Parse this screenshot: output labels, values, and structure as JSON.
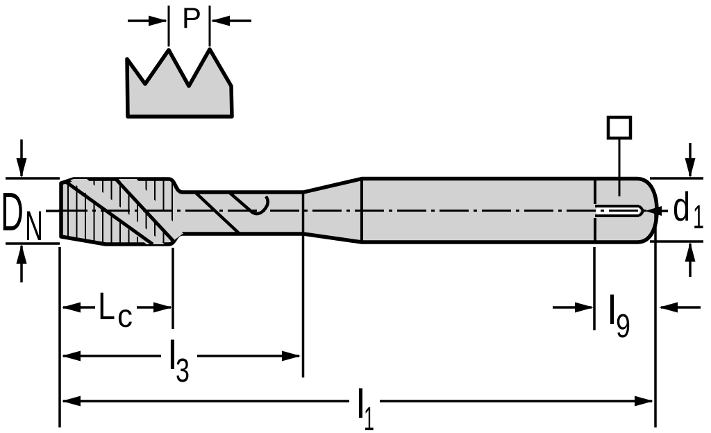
{
  "drawing": {
    "type": "technical-drawing-machine-tap",
    "colors": {
      "background": "#ffffff",
      "line": "#000000",
      "fill": "#d2d2d2"
    },
    "labels": {
      "pitch": {
        "main": "P",
        "sub": ""
      },
      "nominal_diameter": {
        "main": "D",
        "sub": "N"
      },
      "shank_diameter": {
        "main": "d",
        "sub": "1"
      },
      "chamfer_length": {
        "main": "L",
        "sub": "c"
      },
      "thread_length": {
        "main": "l",
        "sub": "3"
      },
      "overall_length": {
        "main": "l",
        "sub": "1"
      },
      "square_length": {
        "main": "l",
        "sub": "9"
      }
    },
    "icons": {
      "square_drive": "square-symbol"
    }
  }
}
